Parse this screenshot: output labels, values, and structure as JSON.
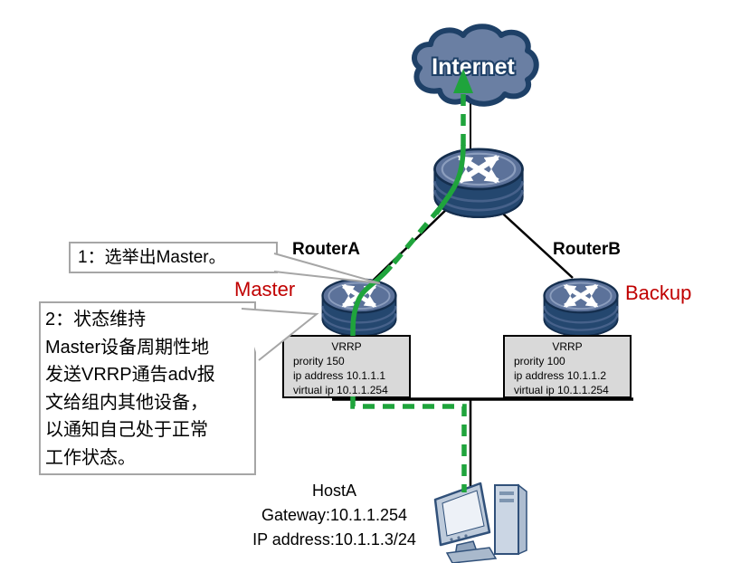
{
  "diagram_title": "VRRP master election and advertisement diagram",
  "internet": {
    "label": "Internet"
  },
  "router_a": {
    "name": "RouterA",
    "role": "Master",
    "vrrp": {
      "title": "VRRP",
      "lines": [
        "prority 150",
        "ip address 10.1.1.1",
        "virtual ip 10.1.1.254"
      ]
    }
  },
  "router_b": {
    "name": "RouterB",
    "role": "Backup",
    "vrrp": {
      "title": "VRRP",
      "lines": [
        "prority 100",
        "ip address 10.1.1.2",
        "virtual ip 10.1.1.254"
      ]
    }
  },
  "host": {
    "name": "HostA",
    "gateway": "Gateway:10.1.1.254",
    "ip": "IP address:10.1.1.3/24"
  },
  "callouts": {
    "step1": {
      "text": "1：选举出Master。"
    },
    "step2": {
      "lines": [
        "2：状态维持",
        "Master设备周期性地",
        "发送VRRP通告adv报",
        "文给组内其他设备，",
        "以通知自己处于正常",
        "工作状态。"
      ]
    }
  },
  "icons": {
    "cloud": "internet-cloud-icon",
    "routers": "router-crossed-arrows-icon",
    "host": "desktop-computer-icon"
  },
  "colors": {
    "green_path": "#1FA43C",
    "role_red": "#C00000",
    "cloud_fill": "#6A7FA3",
    "cloud_border": "#1E4067",
    "router_body": "#24476F",
    "router_top": "#5C729A",
    "vrrp_box_fill": "#D9D9D9",
    "callout_border": "#A6A6A6"
  }
}
